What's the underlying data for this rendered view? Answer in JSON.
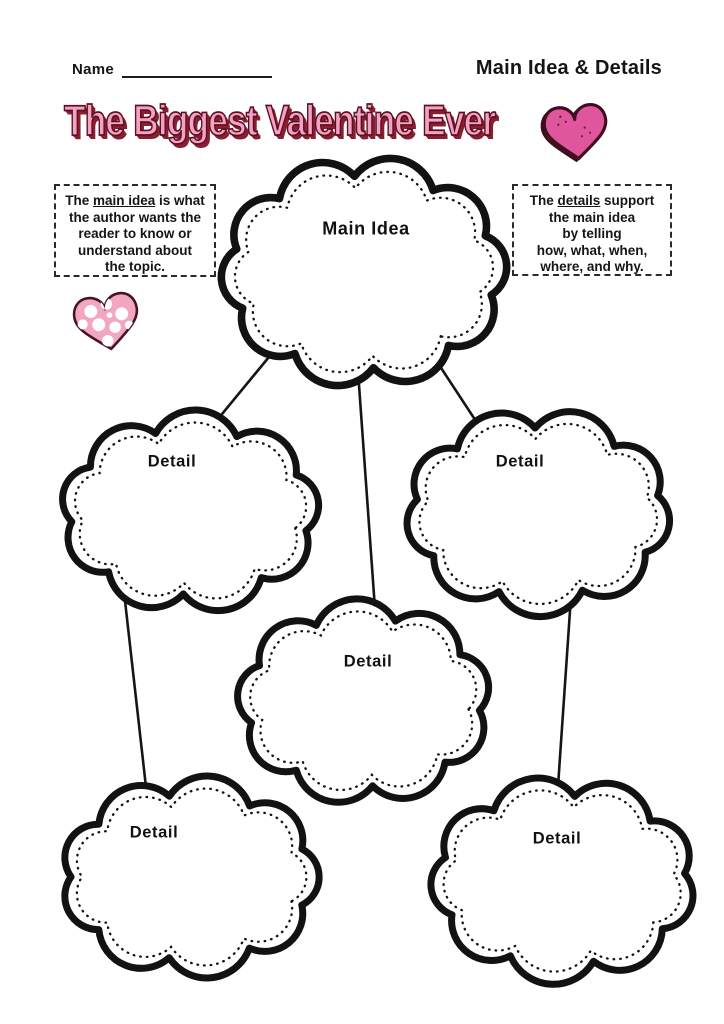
{
  "header": {
    "name_label": "Name",
    "worksheet_type": "Main Idea & Details"
  },
  "title": "The Biggest Valentine Ever",
  "info_boxes": {
    "main_idea": {
      "line1_prefix": "The ",
      "line1_term": "main idea",
      "line1_suffix": " is what",
      "rest_lines": [
        "the author wants the",
        "reader to know or",
        "understand about",
        "the topic."
      ]
    },
    "details": {
      "line1_prefix": "The ",
      "line1_term": "details",
      "line1_suffix": " support",
      "rest_lines": [
        "the main idea",
        "by telling",
        "how, what, when,",
        "where, and why."
      ]
    }
  },
  "diagram": {
    "main_cloud_label": "Main Idea",
    "detail_cloud_label": "Detail",
    "detail_cloud_count": 5
  },
  "icons": {
    "title_heart": "scribble-heart-icon",
    "polka_heart": "polka-dot-heart-icon"
  },
  "colors": {
    "title_fill": "#f2a3c4",
    "title_outline": "#5e1022",
    "title_shadow": "#8a1f30",
    "heart_magenta": "#e0569c",
    "heart_pink": "#f2a6bf",
    "ink": "#151515"
  }
}
